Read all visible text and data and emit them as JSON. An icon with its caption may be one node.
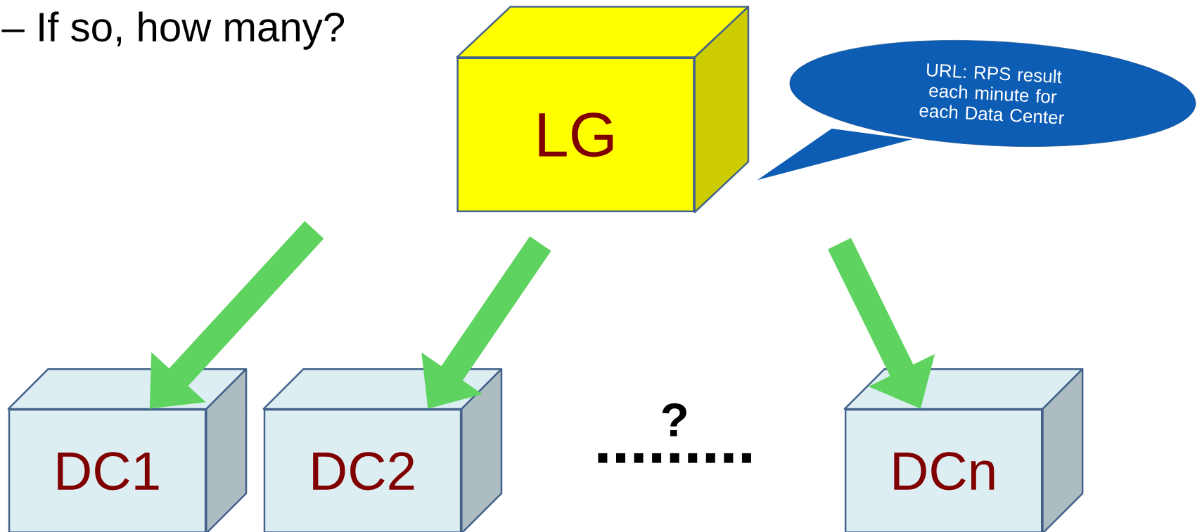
{
  "diagram": {
    "nodes": [
      {
        "text": [
          "LG"
        ]
      },
      {
        "text": [
          "DC1"
        ]
      },
      {
        "text": [
          "DC2"
        ]
      },
      {
        "text": [
          "DCn"
        ]
      },
      {
        "text": [
          "URL: RPS result each minute for each Data Center"
        ]
      }
    ],
    "edges": [
      {
        "from": null,
        "to": 1,
        "arrow": "to"
      },
      {
        "from": null,
        "to": 2,
        "arrow": "to"
      },
      {
        "from": null,
        "to": 3,
        "arrow": "to"
      }
    ],
    "labels": [
      "– If so, how many?",
      "?",
      "........."
    ]
  }
}
